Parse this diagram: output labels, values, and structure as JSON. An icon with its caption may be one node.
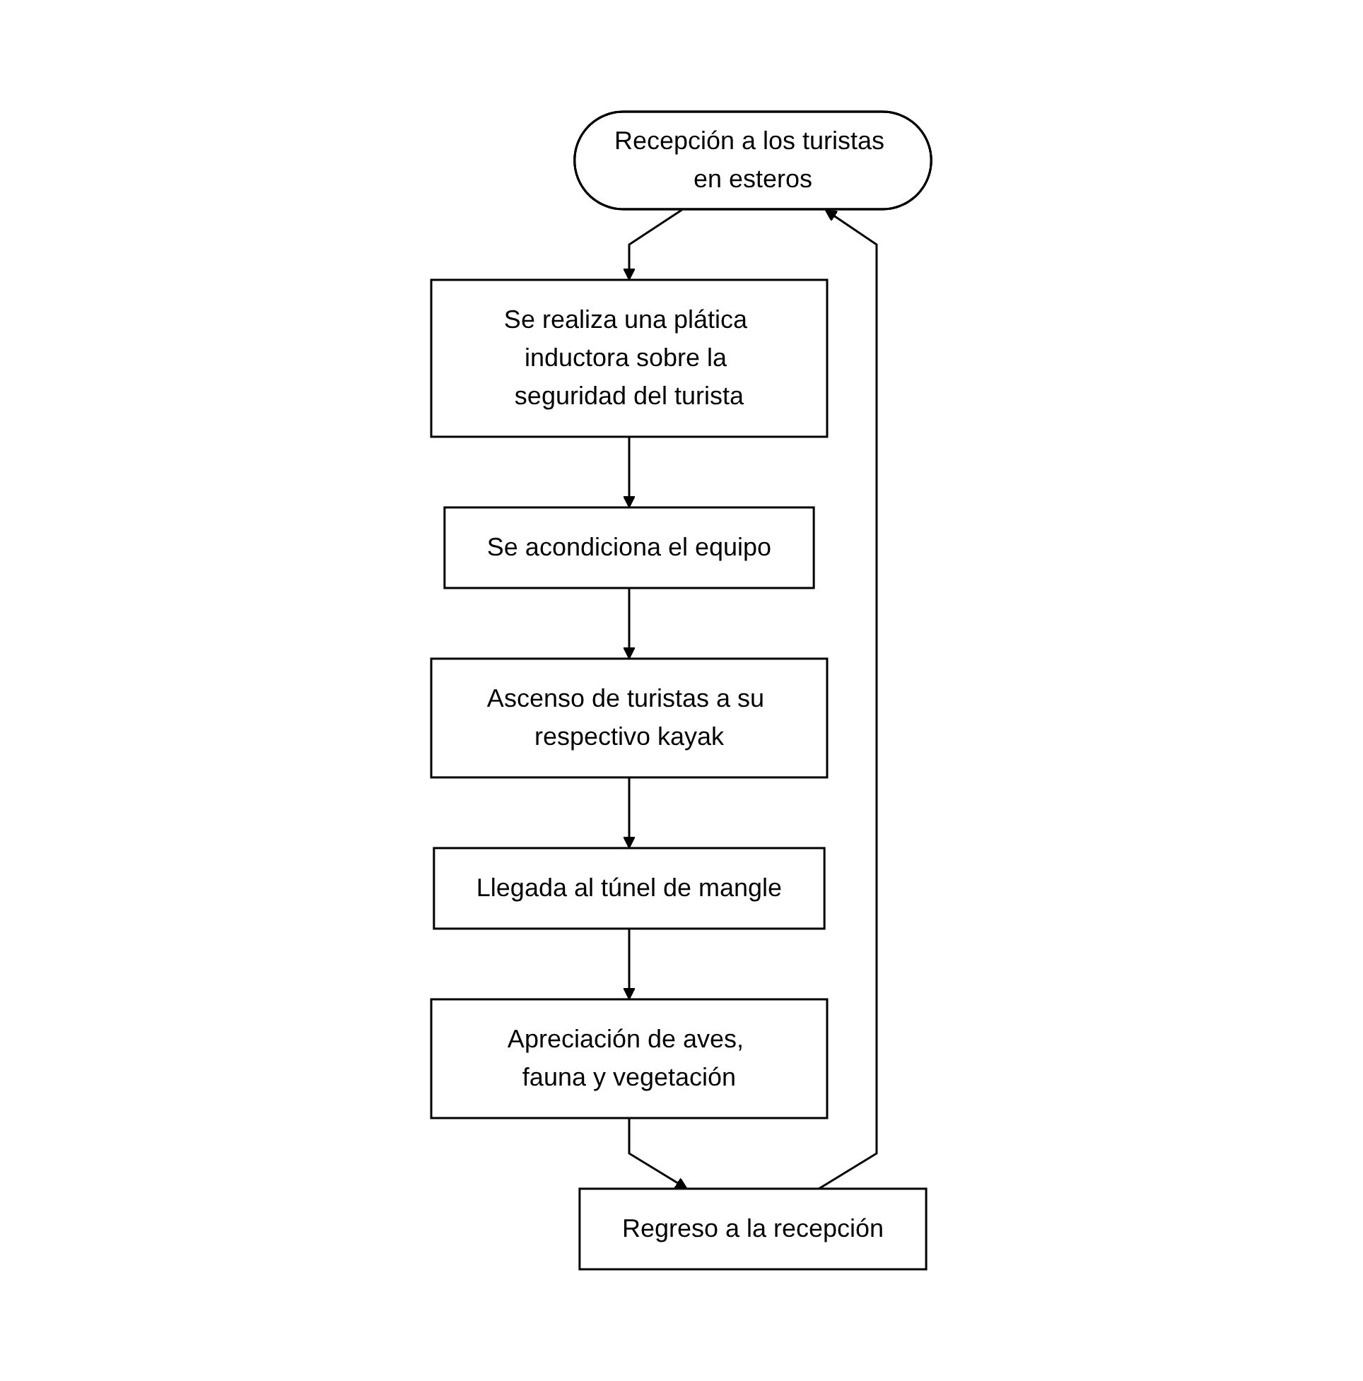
{
  "diagram": {
    "nodes": [
      {
        "text": [
          "Recepción a los turistas en esteros"
        ]
      },
      {
        "text": [
          "Se realiza una plática inductora sobre la seguridad del turista"
        ]
      },
      {
        "text": [
          "Se acondiciona el equipo"
        ]
      },
      {
        "text": [
          "Ascenso de turistas a su respectivo kayak"
        ]
      },
      {
        "text": [
          "Llegada al túnel de mangle"
        ]
      },
      {
        "text": [
          "Apreciación de aves, fauna y vegetación"
        ]
      },
      {
        "text": [
          "Regreso a la recepción"
        ]
      }
    ],
    "edges": [
      {
        "from": 0,
        "to": 1,
        "arrow": "to"
      },
      {
        "from": 1,
        "to": 2,
        "arrow": "to"
      },
      {
        "from": 2,
        "to": 3,
        "arrow": "to"
      },
      {
        "from": 3,
        "to": 4,
        "arrow": "to"
      },
      {
        "from": 4,
        "to": 5,
        "arrow": "to"
      },
      {
        "from": 5,
        "to": 6,
        "arrow": "to"
      },
      {
        "from": 6,
        "to": 0,
        "arrow": "to"
      }
    ]
  }
}
